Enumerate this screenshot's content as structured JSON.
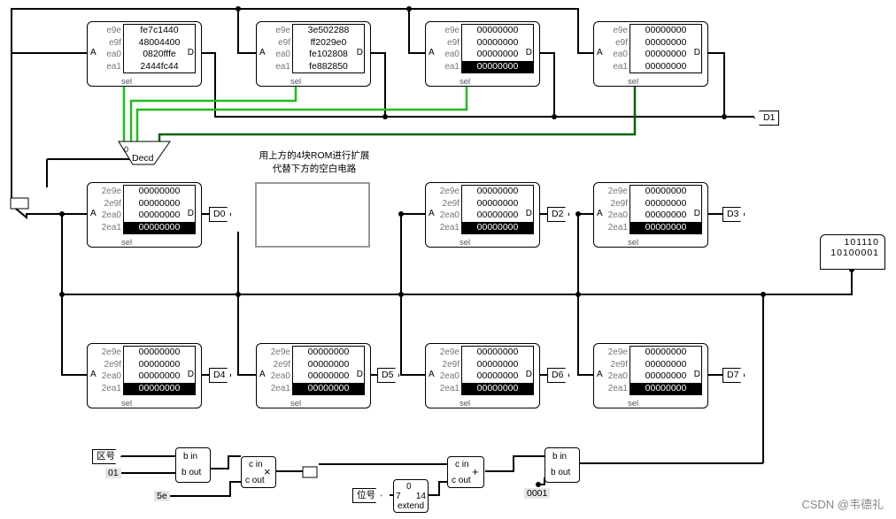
{
  "roms_top": [
    {
      "addrs": [
        "e9e",
        "e9f",
        "ea0",
        "ea1"
      ],
      "vals": [
        "fe7c1440",
        "48004400",
        "0820fffe",
        "2444fc44"
      ],
      "hl": -1,
      "pin_a": "A",
      "pin_d": "D",
      "sel": "sel"
    },
    {
      "addrs": [
        "e9e",
        "e9f",
        "ea0",
        "ea1"
      ],
      "vals": [
        "3e502288",
        "ff2029e0",
        "fe102808",
        "fe882850"
      ],
      "hl": -1,
      "pin_a": "A",
      "pin_d": "D",
      "sel": "sel"
    },
    {
      "addrs": [
        "e9e",
        "e9f",
        "ea0",
        "ea1"
      ],
      "vals": [
        "00000000",
        "00000000",
        "00000000",
        "00000000"
      ],
      "hl": 3,
      "pin_a": "A",
      "pin_d": "D",
      "sel": "sel"
    },
    {
      "addrs": [
        "e9e",
        "e9f",
        "ea0",
        "ea1"
      ],
      "vals": [
        "00000000",
        "00000000",
        "00000000",
        "00000000"
      ],
      "hl": -1,
      "pin_a": "A",
      "pin_d": "D",
      "sel": "sel"
    }
  ],
  "roms_mid": [
    {
      "addrs": [
        "2e9e",
        "2e9f",
        "2ea0",
        "2ea1"
      ],
      "vals": [
        "00000000",
        "00000000",
        "00000000",
        "00000000"
      ],
      "hl": 3,
      "pin_a": "A",
      "pin_d": "D",
      "sel": "sel"
    },
    {
      "addrs": [
        "2e9e",
        "2e9f",
        "2ea0",
        "2ea1"
      ],
      "vals": [
        "00000000",
        "00000000",
        "00000000",
        "00000000"
      ],
      "hl": 3,
      "pin_a": "A",
      "pin_d": "D",
      "sel": "sel"
    },
    {
      "addrs": [
        "2e9e",
        "2e9f",
        "2ea0",
        "2ea1"
      ],
      "vals": [
        "00000000",
        "00000000",
        "00000000",
        "00000000"
      ],
      "hl": 3,
      "pin_a": "A",
      "pin_d": "D",
      "sel": "sel"
    }
  ],
  "roms_bot": [
    {
      "addrs": [
        "2e9e",
        "2e9f",
        "2ea0",
        "2ea1"
      ],
      "vals": [
        "00000000",
        "00000000",
        "00000000",
        "00000000"
      ],
      "hl": 3,
      "pin_a": "A",
      "pin_d": "D",
      "sel": "sel"
    },
    {
      "addrs": [
        "2e9e",
        "2e9f",
        "2ea0",
        "2ea1"
      ],
      "vals": [
        "00000000",
        "00000000",
        "00000000",
        "00000000"
      ],
      "hl": 3,
      "pin_a": "A",
      "pin_d": "D",
      "sel": "sel"
    },
    {
      "addrs": [
        "2e9e",
        "2e9f",
        "2ea0",
        "2ea1"
      ],
      "vals": [
        "00000000",
        "00000000",
        "00000000",
        "00000000"
      ],
      "hl": 3,
      "pin_a": "A",
      "pin_d": "D",
      "sel": "sel"
    },
    {
      "addrs": [
        "2e9e",
        "2e9f",
        "2ea0",
        "2ea1"
      ],
      "vals": [
        "00000000",
        "00000000",
        "00000000",
        "00000000"
      ],
      "hl": 3,
      "pin_a": "A",
      "pin_d": "D",
      "sel": "sel"
    }
  ],
  "tunnels": {
    "d0": "D0",
    "d1": "D1",
    "d2": "D2",
    "d3": "D3",
    "d4": "D4",
    "d5": "D5",
    "d6": "D6",
    "d7": "D7"
  },
  "decoder": {
    "label": "Decd",
    "zero": "0"
  },
  "note": {
    "line1": "用上方的4块ROM进行扩展",
    "line2": "代替下方的空白电路"
  },
  "probe": {
    "line1": "101110",
    "line2": "10100001"
  },
  "inputs": {
    "quhao": "区号",
    "weihao": "位号"
  },
  "constants": {
    "c01": "01",
    "c5e": "5e",
    "c0001": "0001"
  },
  "sub1": {
    "bin": "b in",
    "bout": "b out"
  },
  "mul": {
    "cin": "c in",
    "cout": "c out",
    "op": "×"
  },
  "add": {
    "cin": "c in",
    "cout": "c out",
    "op": "+"
  },
  "sub2": {
    "bin": "b in",
    "bout": "b out"
  },
  "extend": {
    "in": "7",
    "zero": "0",
    "out": "14",
    "label": "extend"
  },
  "watermark": "CSDN @韦德礼",
  "colors": {
    "green_bright": "#22bb22",
    "green_dark": "#006400",
    "pin_blue": "#3333ff",
    "pin_green": "#00aa00"
  }
}
